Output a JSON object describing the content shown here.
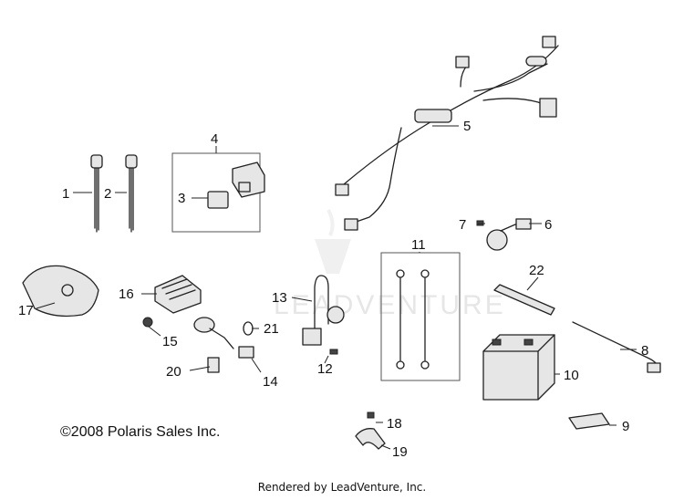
{
  "watermark": "LEADVENTURE",
  "copyright": "©2008 Polaris Sales Inc.",
  "rendered_by": "Rendered by LeadVenture, Inc.",
  "callouts": {
    "c1": "1",
    "c2": "2",
    "c3": "3",
    "c4": "4",
    "c5": "5",
    "c6": "6",
    "c7": "7",
    "c8": "8",
    "c9": "9",
    "c10": "10",
    "c11": "11",
    "c12": "12",
    "c13": "13",
    "c14": "14",
    "c15": "15",
    "c16": "16",
    "c17": "17",
    "c18": "18",
    "c19": "19",
    "c20": "20",
    "c21": "21",
    "c22": "22"
  }
}
